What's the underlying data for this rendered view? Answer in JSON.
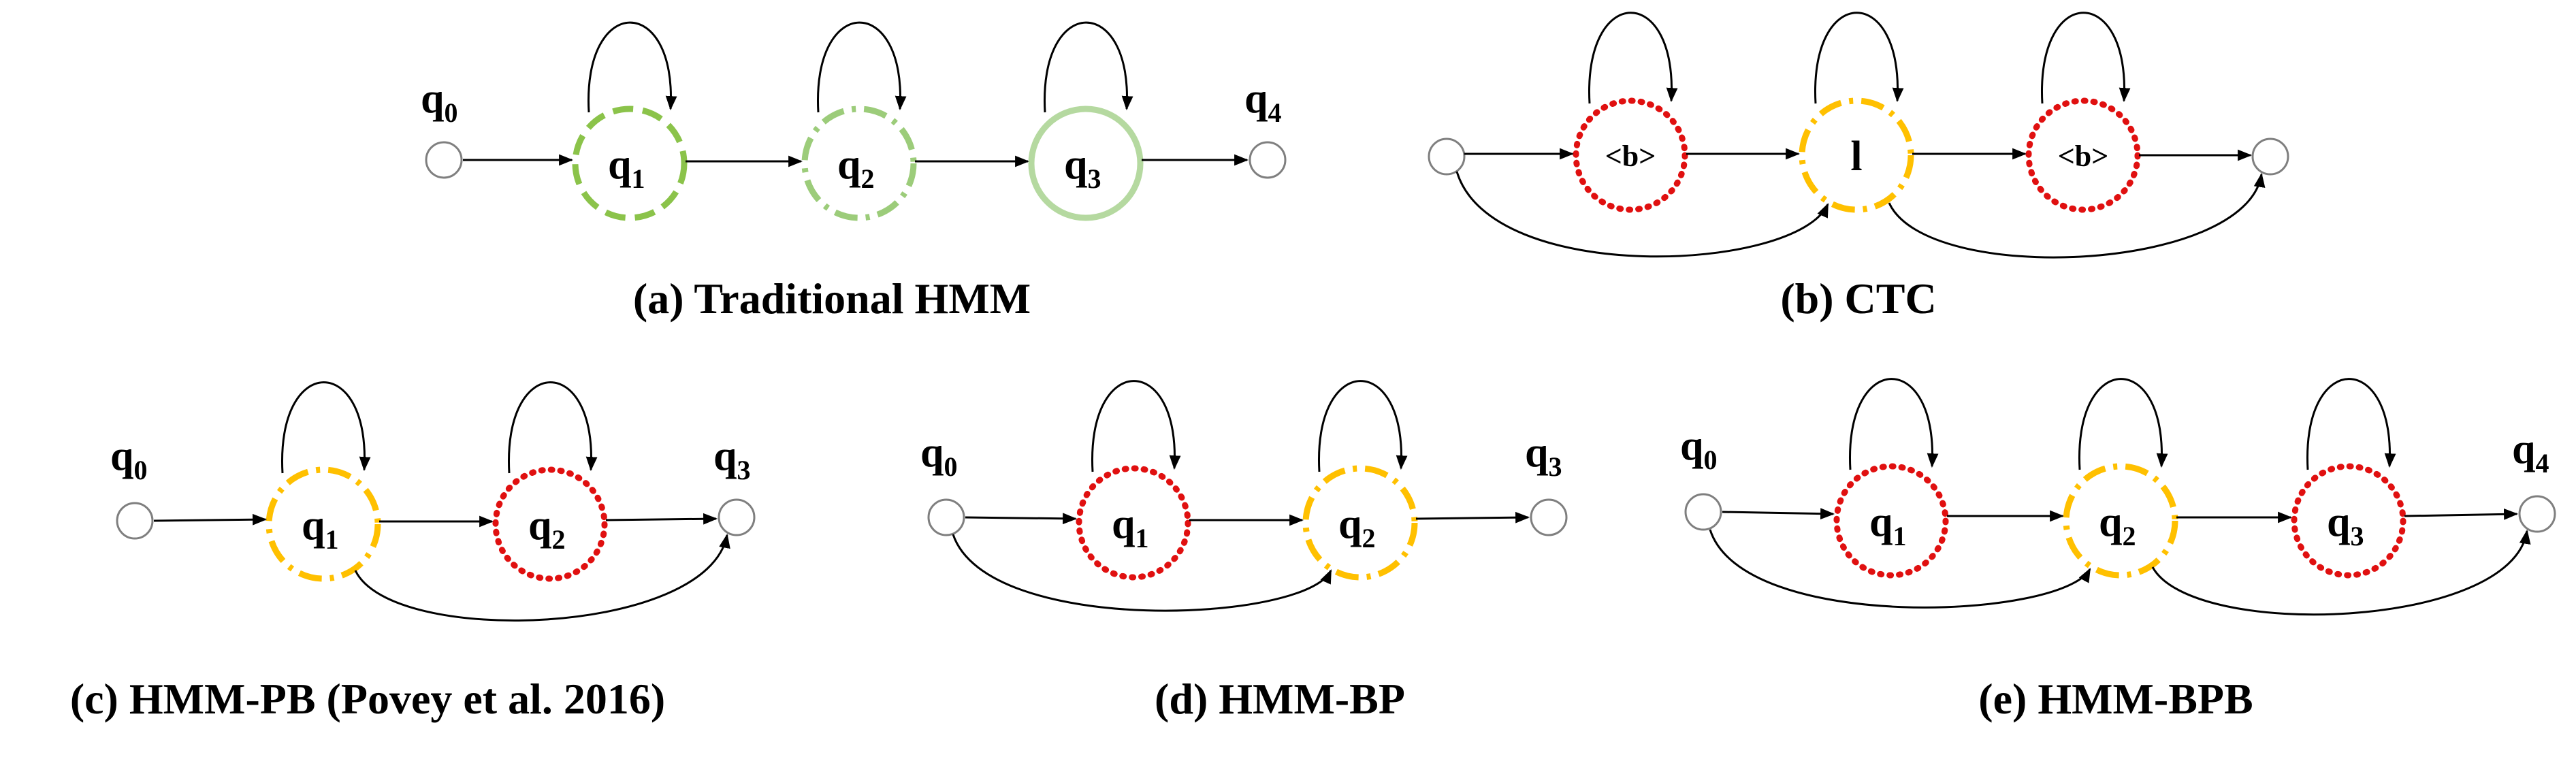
{
  "colors": {
    "green_dashed": "#8bc34a",
    "green_dashdot": "#9ccc7a",
    "green_solid": "#b5d9a0",
    "yellow_dashdot": "#ffc000",
    "red_dotted": "#e01010",
    "start_end_stroke": "#7f7f7f",
    "arrow": "#000000"
  },
  "panels": {
    "a": {
      "caption": "(a) Traditional HMM",
      "start_label": {
        "base": "q",
        "sub": "0"
      },
      "end_label": {
        "base": "q",
        "sub": "4"
      },
      "states": [
        {
          "base": "q",
          "sub": "1",
          "style": "green_dashed"
        },
        {
          "base": "q",
          "sub": "2",
          "style": "green_dashdot"
        },
        {
          "base": "q",
          "sub": "3",
          "style": "green_solid"
        }
      ]
    },
    "b": {
      "caption": "(b) CTC",
      "states": [
        {
          "label": "<b>",
          "style": "red_dotted"
        },
        {
          "label": "l",
          "style": "yellow_dashdot"
        },
        {
          "label": "<b>",
          "style": "red_dotted"
        }
      ]
    },
    "c": {
      "caption": "(c) HMM-PB (Povey et al. 2016)",
      "start_label": {
        "base": "q",
        "sub": "0"
      },
      "end_label": {
        "base": "q",
        "sub": "3"
      },
      "states": [
        {
          "base": "q",
          "sub": "1",
          "style": "yellow_dashdot"
        },
        {
          "base": "q",
          "sub": "2",
          "style": "red_dotted"
        }
      ]
    },
    "d": {
      "caption": "(d) HMM-BP",
      "start_label": {
        "base": "q",
        "sub": "0"
      },
      "end_label": {
        "base": "q",
        "sub": "3"
      },
      "states": [
        {
          "base": "q",
          "sub": "1",
          "style": "red_dotted"
        },
        {
          "base": "q",
          "sub": "2",
          "style": "yellow_dashdot"
        }
      ]
    },
    "e": {
      "caption": "(e) HMM-BPB",
      "start_label": {
        "base": "q",
        "sub": "0"
      },
      "end_label": {
        "base": "q",
        "sub": "4"
      },
      "states": [
        {
          "base": "q",
          "sub": "1",
          "style": "red_dotted"
        },
        {
          "base": "q",
          "sub": "2",
          "style": "yellow_dashdot"
        },
        {
          "base": "q",
          "sub": "3",
          "style": "red_dotted"
        }
      ]
    }
  }
}
